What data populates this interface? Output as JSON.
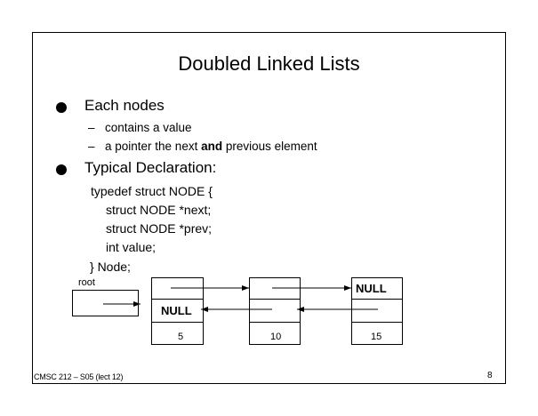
{
  "slide": {
    "title": "Doubled Linked Lists",
    "bullets": [
      {
        "text": "Each nodes",
        "subitems": [
          {
            "dash": "–",
            "text": "contains a value"
          },
          {
            "dash": "–",
            "text_pre": "a pointer the next ",
            "text_bold": "and",
            "text_post": " previous element"
          }
        ]
      },
      {
        "text": "Typical Declaration:"
      }
    ],
    "code_lines": [
      "typedef struct NODE {",
      "struct NODE *next;",
      "struct NODE *prev;",
      "int value;",
      "} Node;"
    ],
    "footer": "CMSC 212 – S05 (lect 12)",
    "page_number": "8"
  },
  "diagram": {
    "root_label": "root",
    "null_label": "NULL",
    "node_values": [
      "5",
      "10",
      "15"
    ]
  }
}
